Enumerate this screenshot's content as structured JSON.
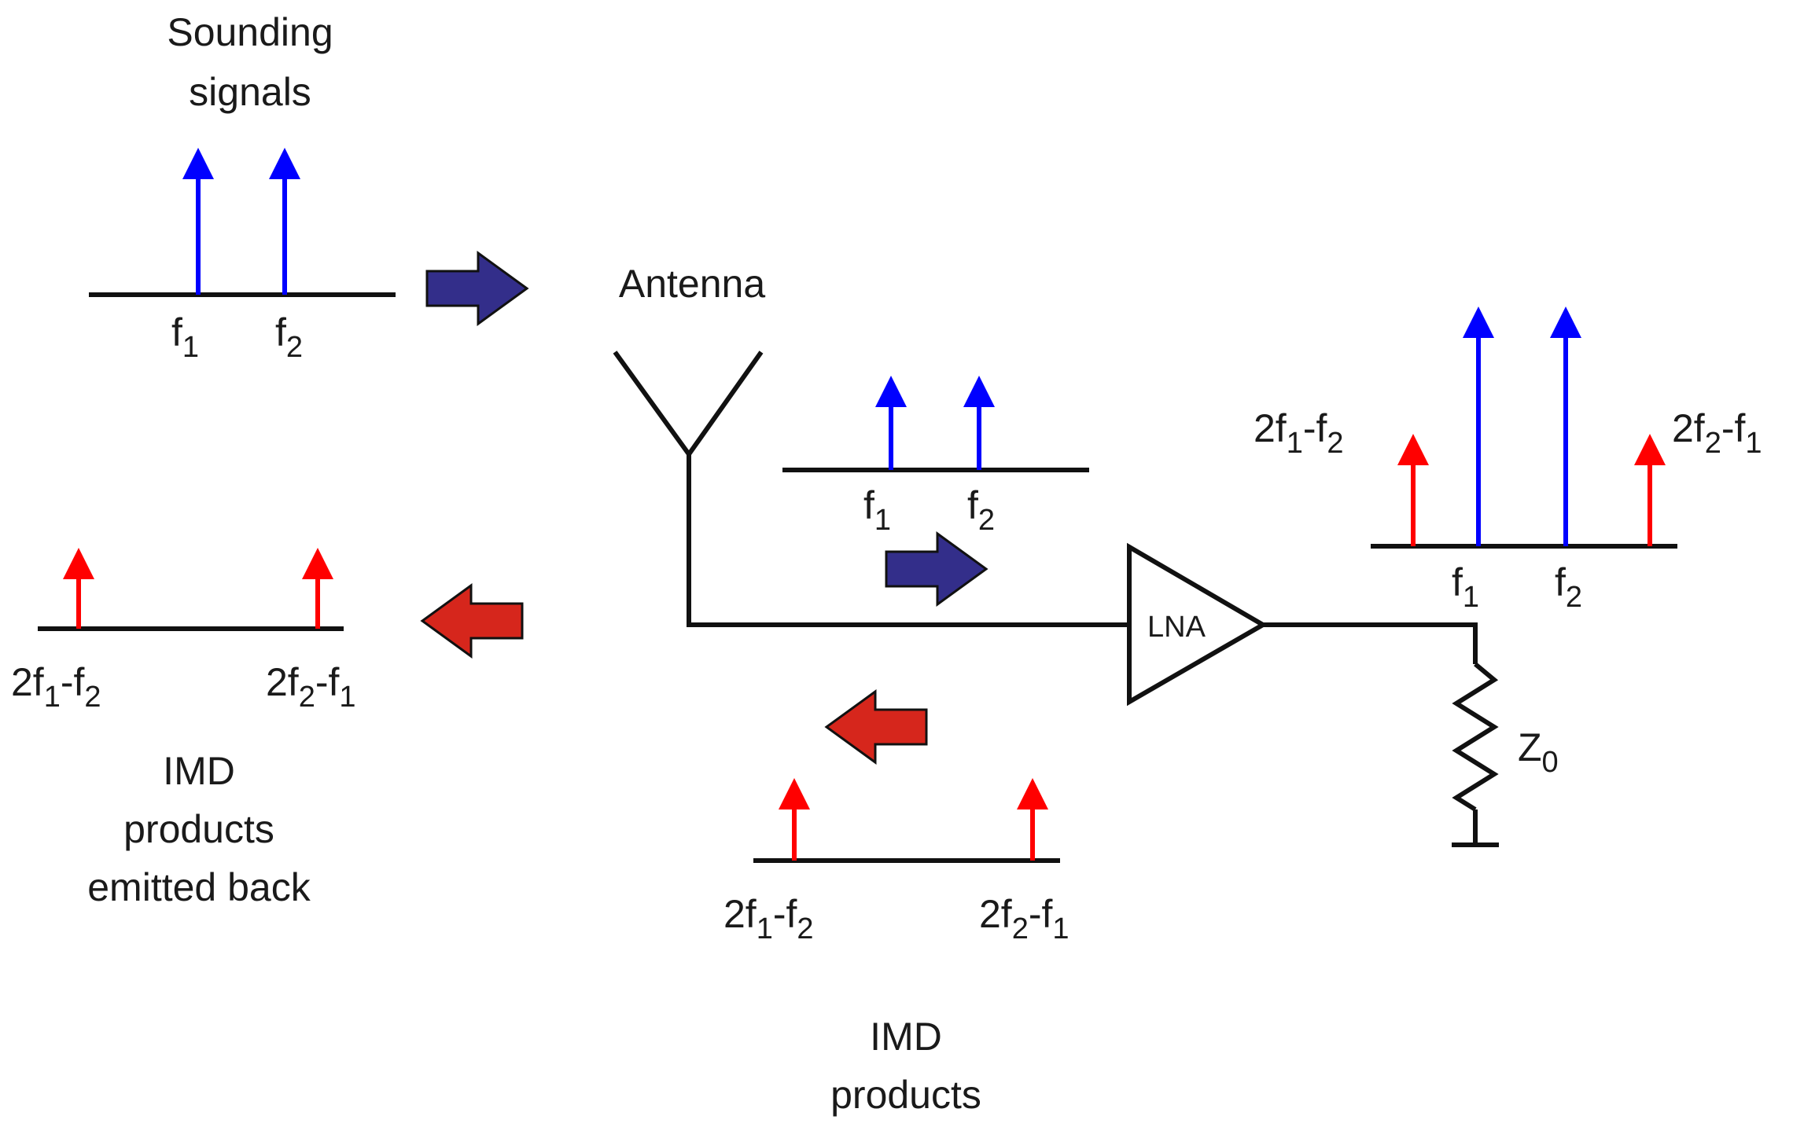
{
  "colors": {
    "tone": "#0000ff",
    "imd": "#ff0000",
    "forward_arrow": "#332e8a",
    "back_arrow": "#d6261c",
    "line": "#111111"
  },
  "labels": {
    "sounding_signals": [
      "Sounding",
      "signals"
    ],
    "antenna": "Antenna",
    "lna": "LNA",
    "z0": {
      "base": "Z",
      "sub": "0"
    },
    "imd_emitted": [
      "IMD",
      "products",
      "emitted back"
    ],
    "imd_products": [
      "IMD",
      "products"
    ]
  },
  "freq": {
    "f1": {
      "base": "f",
      "sub": "1"
    },
    "f2": {
      "base": "f",
      "sub": "2"
    },
    "imd_low": {
      "pre": "2f",
      "sub1": "1",
      "mid": "-f",
      "sub2": "2"
    },
    "imd_high": {
      "pre": "2f",
      "sub1": "2",
      "mid": "-f",
      "sub2": "1"
    }
  },
  "icons": {
    "forward": "right-arrow-icon",
    "back": "left-arrow-icon",
    "antenna": "antenna-icon",
    "amplifier": "amplifier-triangle-icon",
    "resistor": "resistor-zigzag-icon",
    "ground": "ground-icon"
  }
}
